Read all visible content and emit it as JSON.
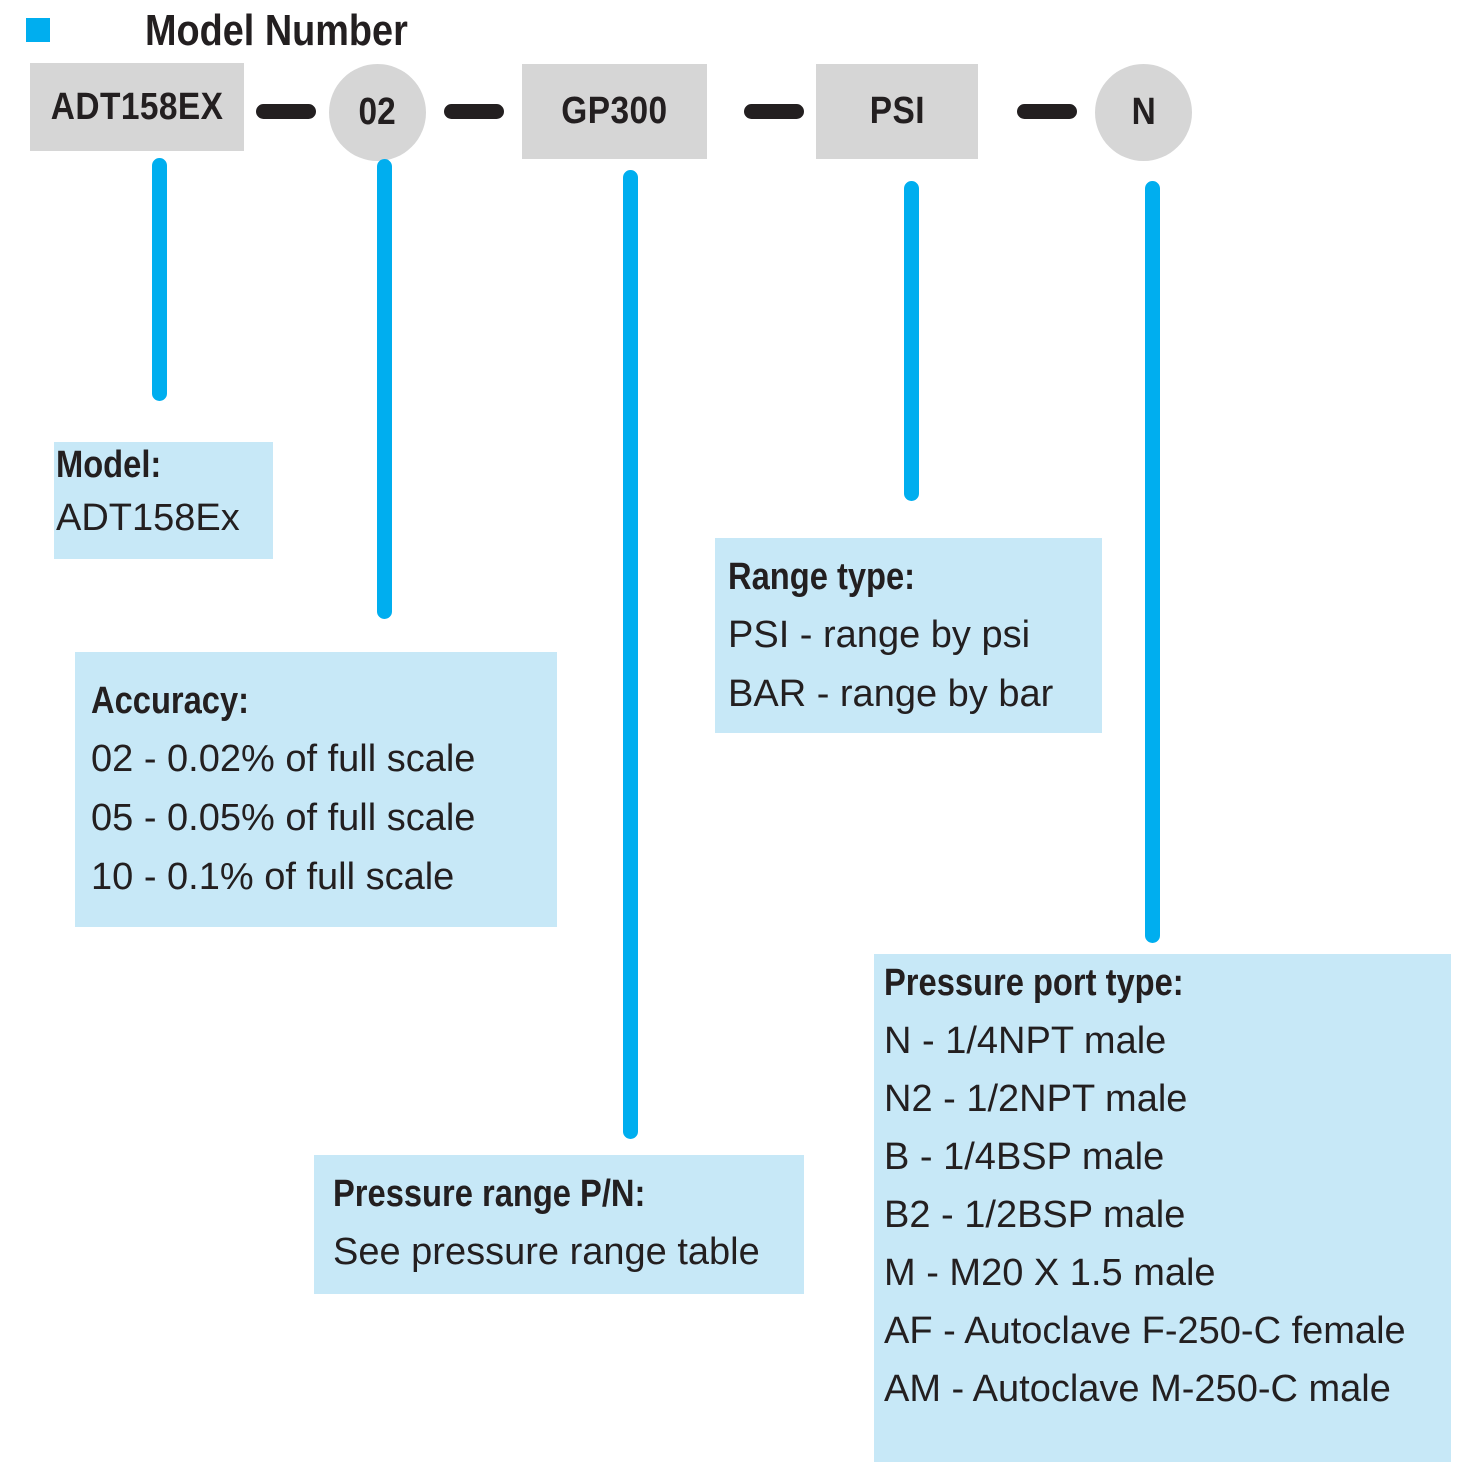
{
  "header": {
    "title": "Model Number",
    "accent_color": "#00aeef"
  },
  "model_code": {
    "segments": [
      {
        "label": "ADT158EX",
        "shape": "box"
      },
      {
        "label": "02",
        "shape": "circle"
      },
      {
        "label": "GP300",
        "shape": "box"
      },
      {
        "label": "PSI",
        "shape": "box"
      },
      {
        "label": "N",
        "shape": "circle"
      }
    ],
    "segment_fill": "#d6d6d6",
    "connector_color": "#231f20"
  },
  "callouts": {
    "model": {
      "title": "Model:",
      "lines": [
        "ADT158Ex"
      ]
    },
    "accuracy": {
      "title": "Accuracy:",
      "lines": [
        "02 - 0.02% of full scale",
        "05 - 0.05% of full scale",
        "10 - 0.1% of full scale"
      ]
    },
    "pressure_range": {
      "title": "Pressure range P/N:",
      "lines": [
        "See pressure range table"
      ]
    },
    "range_type": {
      "title": "Range type:",
      "lines": [
        "PSI - range by psi",
        "BAR - range by bar"
      ]
    },
    "port_type": {
      "title": "Pressure port type:",
      "lines": [
        "N - 1/4NPT male",
        "N2 - 1/2NPT male",
        "B - 1/4BSP male",
        "B2 - 1/2BSP male",
        "M - M20 X 1.5 male",
        "AF - Autoclave F-250-C female",
        "AM - Autoclave M-250-C male"
      ]
    },
    "fill_color": "#c7e8f7",
    "leader_color": "#00aeef"
  }
}
